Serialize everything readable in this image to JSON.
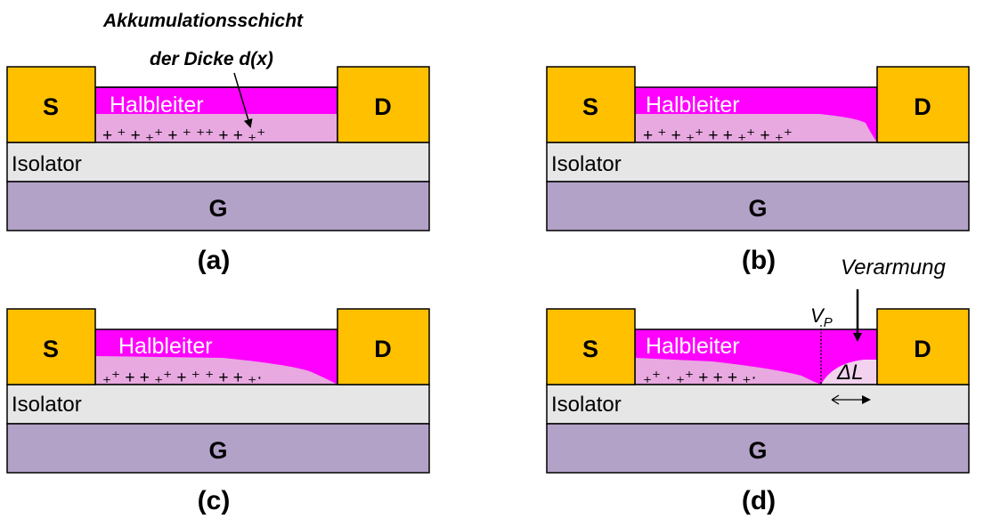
{
  "annotation": {
    "accumulation_line1": "Akkumulationsschicht",
    "accumulation_line2": "der Dicke d(x)",
    "depletion": "Verarmung",
    "pinch_voltage": "V",
    "pinch_voltage_sub": "P",
    "delta_length": "ΔL"
  },
  "panels": [
    {
      "id": "a",
      "caption": "(a)",
      "source": "S",
      "drain": "D",
      "semiconductor": "Halbleiter",
      "insulator": "Isolator",
      "gate": "G"
    },
    {
      "id": "b",
      "caption": "(b)",
      "source": "S",
      "drain": "D",
      "semiconductor": "Halbleiter",
      "insulator": "Isolator",
      "gate": "G"
    },
    {
      "id": "c",
      "caption": "(c)",
      "source": "S",
      "drain": "D",
      "semiconductor": "Halbleiter",
      "insulator": "Isolator",
      "gate": "G"
    },
    {
      "id": "d",
      "caption": "(d)",
      "source": "S",
      "drain": "D",
      "semiconductor": "Halbleiter",
      "insulator": "Isolator",
      "gate": "G"
    }
  ],
  "colors": {
    "contact": "#FFC000",
    "semiconductor": "#FF00FF",
    "accumulation": "#E8A8E0",
    "insulator": "#E6E6E6",
    "gate": "#B3A2C7",
    "outline": "#000000"
  }
}
